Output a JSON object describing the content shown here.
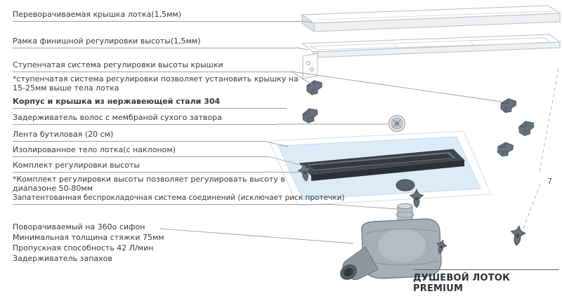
{
  "title": "ДУШЕВОЙ ЛОТОК PREMIUM",
  "callout": {
    "number": "7"
  },
  "labels": [
    {
      "text": "Переворачиваемая крышка лотка(1,5мм)"
    },
    {
      "text": "Рамка финишной регулировки высоты(1,5мм)"
    },
    {
      "text": "Ступенчатая система регулировки высоты крышки",
      "note": "*ступенчатая система регулировки позволяет установить крышку на 15-25мм выше тела лотка"
    },
    {
      "text": "Корпус и крышка из нержавеющей стали 304"
    },
    {
      "text": "Задерживатель волос с мембраной сухого затвора"
    },
    {
      "text": "Лента бутиловая (20 см)"
    },
    {
      "text": "Изолированное тело лотка(с наклоном)"
    },
    {
      "text": "Комплект регулировки высоты",
      "note": "*Комплект регулировки высоты позволяет регулировать высоту в диапазоне 50-80мм"
    },
    {
      "text": "Запатентованная беспрокладочная система соединений (исключает риск протечки)"
    },
    {
      "lines": [
        "Поворачиваемый на 360o сифон",
        "Минимальная толщина стяжки 75мм",
        "Пропускная способность 42 Л/мин",
        "Задерживатель запахов"
      ]
    }
  ],
  "colors": {
    "accent_blue": "#dcebf8",
    "metal_gray": "#69727c",
    "line_gray": "#99a0a6"
  }
}
